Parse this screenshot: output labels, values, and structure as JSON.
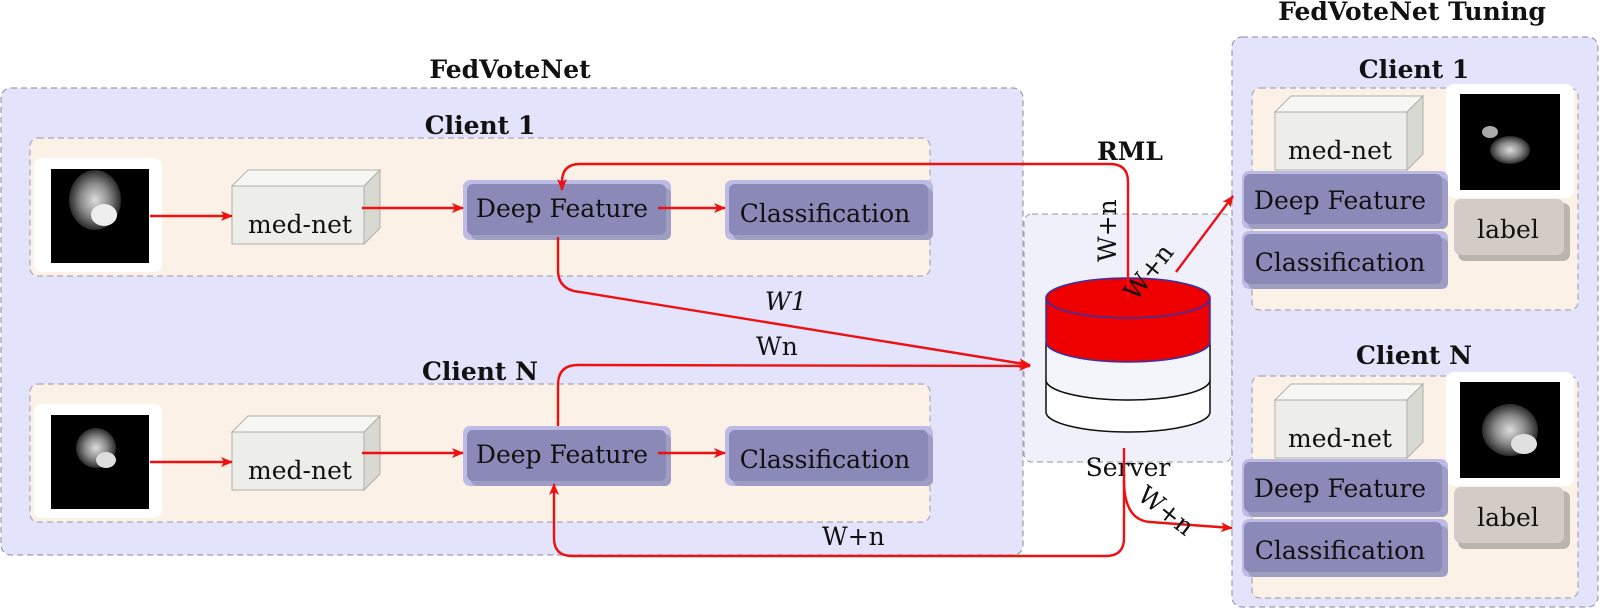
{
  "colors": {
    "panel": "#e3e3fb",
    "client_bg": "#fcf1e6",
    "block": "#8a89b8",
    "block_glow": "#bdbbe6",
    "cube": "#ededea",
    "label_box": "#d3ccc6",
    "arrow": "#ee1111",
    "server_top": "#ee0000",
    "server_panel": "#f0f0fa"
  },
  "left": {
    "title": "FedVoteNet",
    "client1": {
      "title": "Client 1",
      "model": "med-net",
      "feature": "Deep Feature",
      "classifier": "Classification"
    },
    "clientN": {
      "title": "Client N",
      "model": "med-net",
      "feature": "Deep Feature",
      "classifier": "Classification"
    }
  },
  "server": {
    "heading": "RML",
    "caption": "Server"
  },
  "edges": {
    "w1": "W1",
    "wn": "Wn",
    "wplus_up": "W+n",
    "wplus_diag": "W+n",
    "wplus_down": "W+n",
    "wplus_bottom": "W+n"
  },
  "right": {
    "title": "FedVoteNet Tuning",
    "client1": {
      "title": "Client 1",
      "model": "med-net",
      "feature": "Deep Feature",
      "classifier": "Classification",
      "label": "label"
    },
    "clientN": {
      "title": "Client N",
      "model": "med-net",
      "feature": "Deep Feature",
      "classifier": "Classification",
      "label": "label"
    }
  },
  "icons": [
    "mri-scan-icon",
    "database-icon"
  ]
}
